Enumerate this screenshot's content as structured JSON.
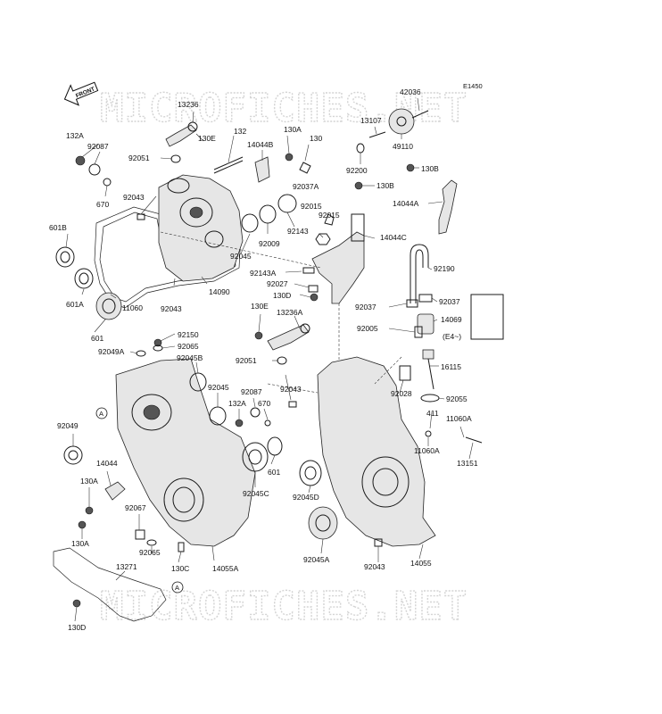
{
  "figure_code": "E1450",
  "front_marker": "FRONT",
  "watermarks": [
    "MICROFICHES.NET",
    "MICROFICHES.NET"
  ],
  "callouts": {
    "circle_a": "A",
    "circle_a2": "A",
    "circle_a3": "A"
  },
  "parts": [
    "132A",
    "92087",
    "92051",
    "13236",
    "130E",
    "132",
    "14044B",
    "130A",
    "130",
    "92037A",
    "670",
    "92043",
    "601B",
    "92045",
    "92009",
    "92143",
    "92015",
    "92015",
    "14044C",
    "14090",
    "92143A",
    "92027",
    "130D",
    "601A",
    "11060",
    "601",
    "92043",
    "130E",
    "13236A",
    "92150",
    "92065",
    "92049A",
    "92045B",
    "92051",
    "92043",
    "92045",
    "92087",
    "132A",
    "670",
    "92049",
    "14044",
    "601",
    "92045C",
    "130A",
    "92067",
    "130A",
    "92065",
    "130C",
    "14055A",
    "13271",
    "130D",
    "92045D",
    "92045A",
    "92043",
    "14055",
    "42036",
    "13107",
    "49110",
    "92200",
    "130B",
    "130B",
    "14044A",
    "92190",
    "92037",
    "92037",
    "14069",
    "(E4~)",
    "92005",
    "16115",
    "92028",
    "92055",
    "411",
    "11060A",
    "11060A",
    "13151"
  ]
}
